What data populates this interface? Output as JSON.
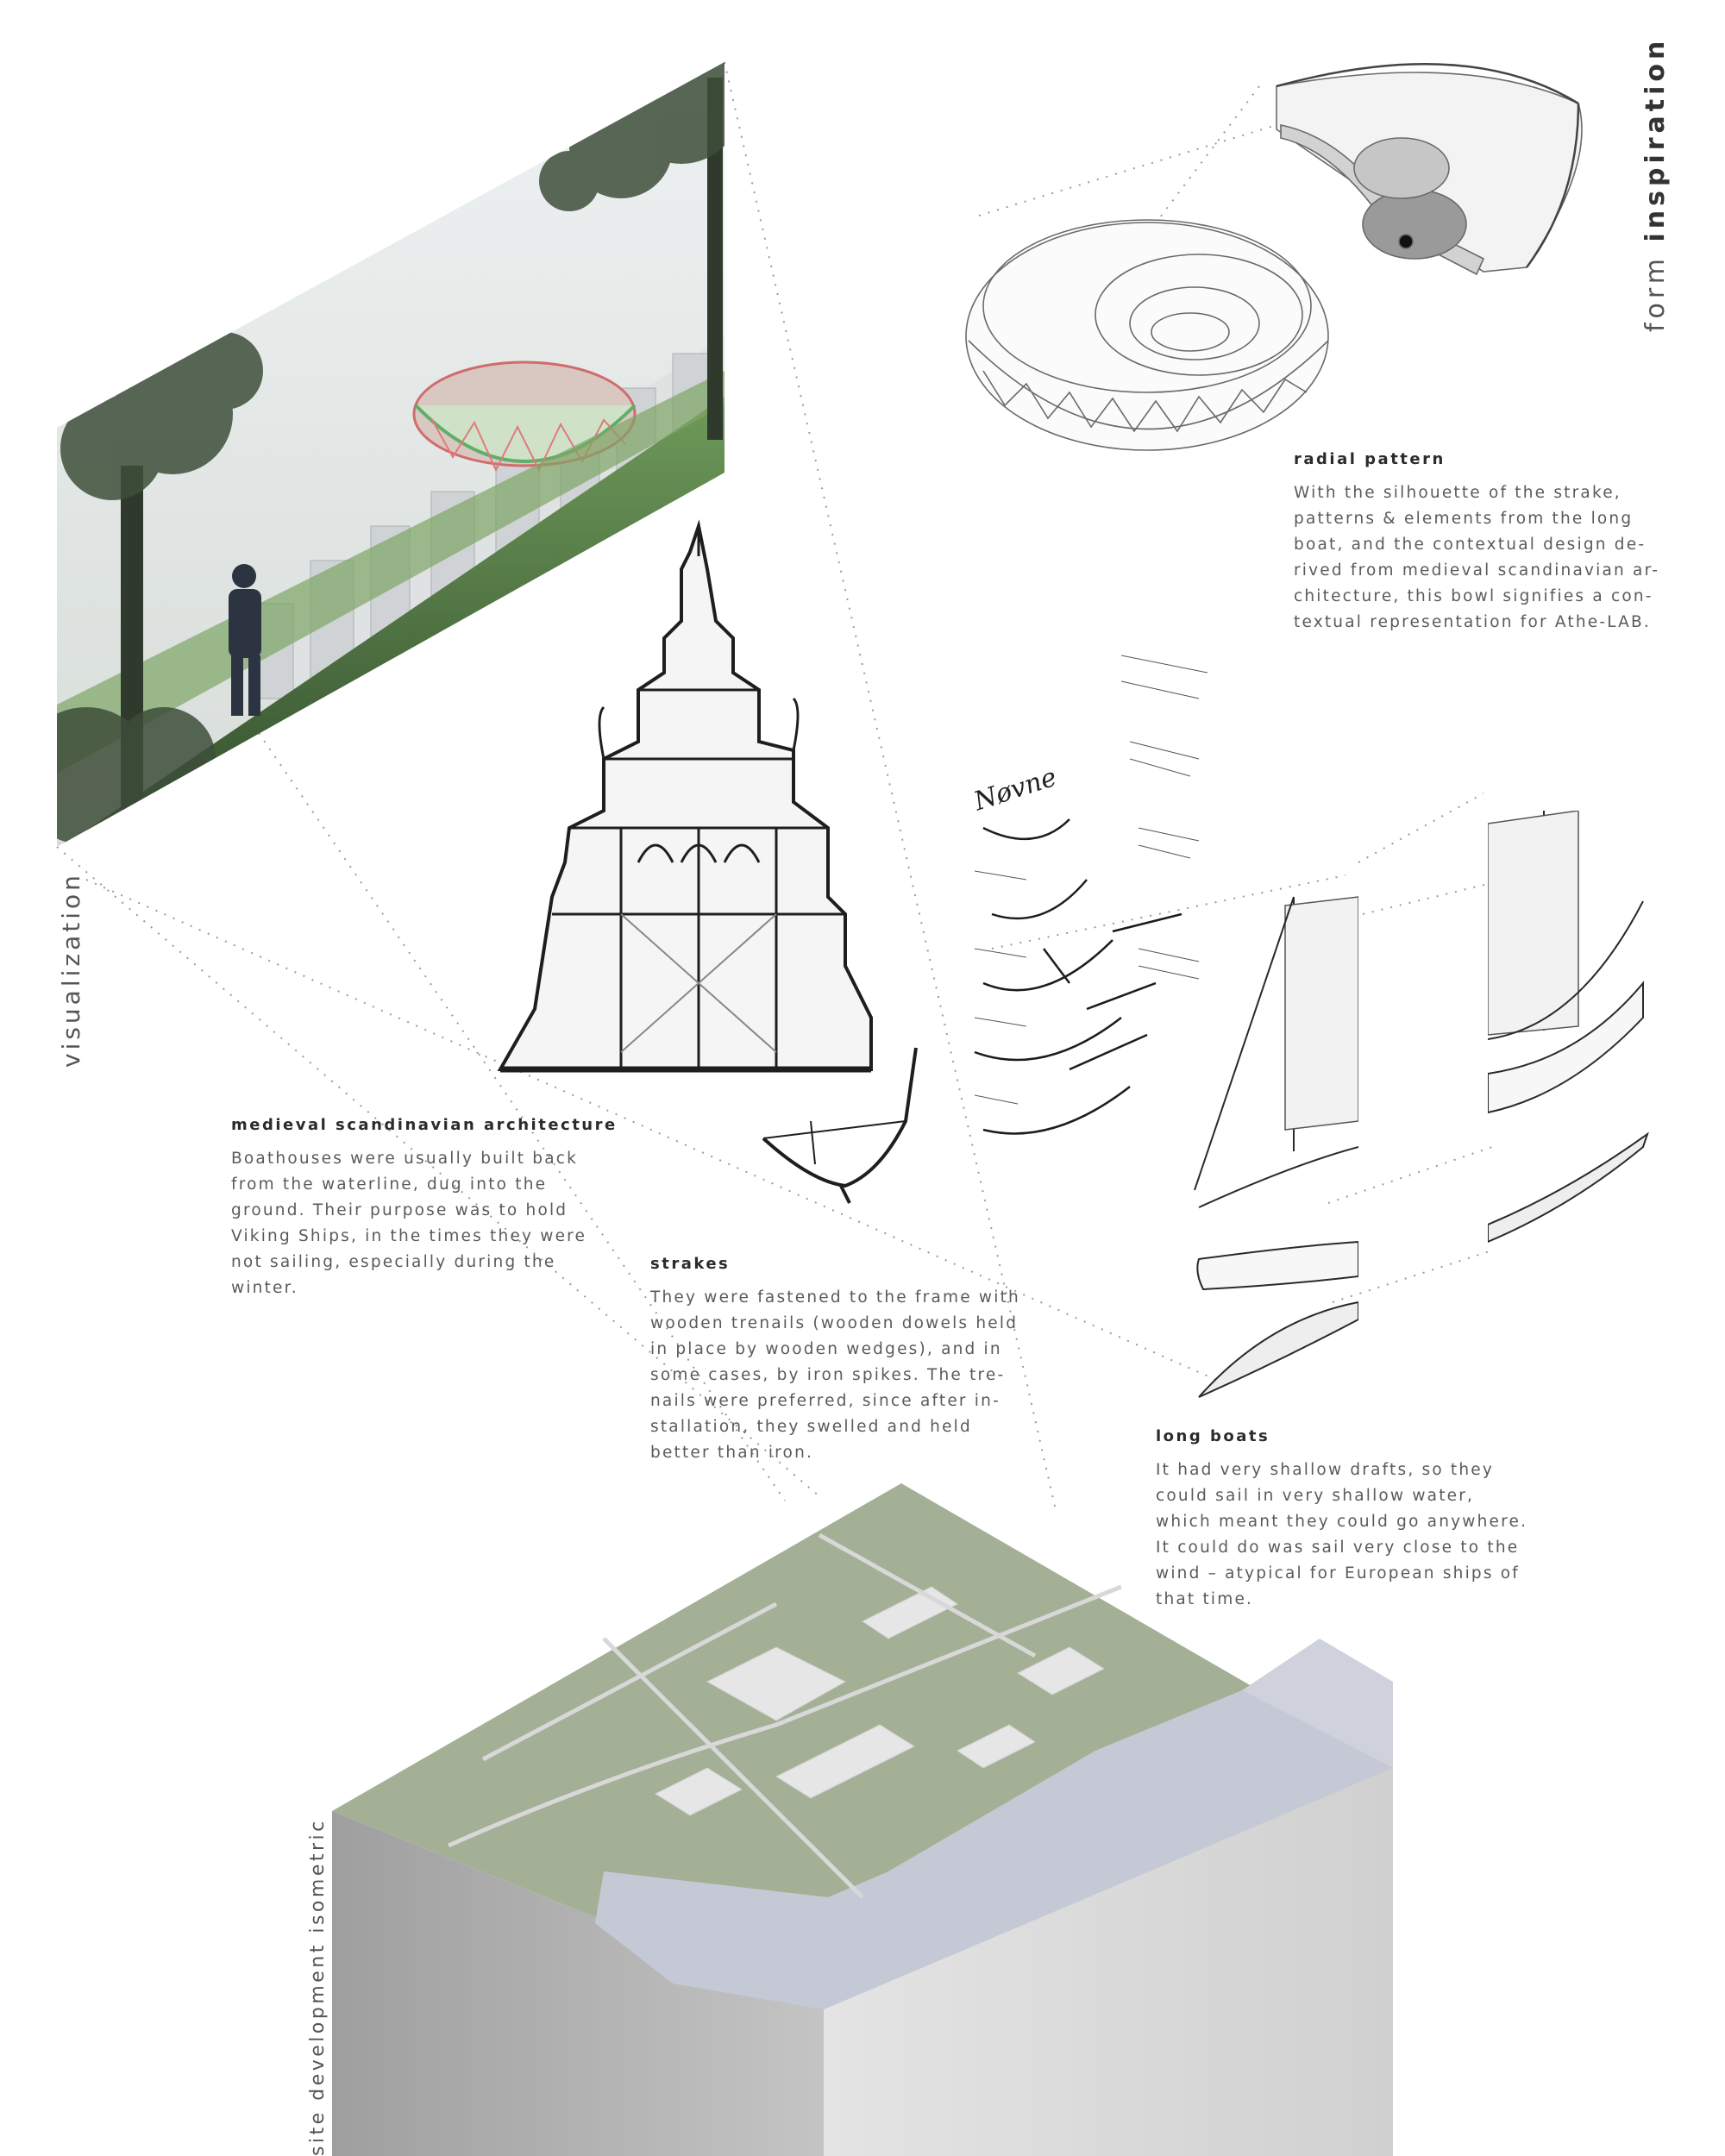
{
  "side_labels": {
    "form_light": "form",
    "form_bold": "inspiration",
    "visualization": "visualization",
    "site": "site development isometric"
  },
  "sections": {
    "radial": {
      "title": "radial pattern",
      "body": "With the silhouette of the strake,\npatterns & elements from the long\nboat, and the contextual design de-\nrived from medieval scandinavian ar-\nchitecture, this bowl signifies a con-\ntextual representation for Athe-LAB."
    },
    "medieval": {
      "title": "medieval scandinavian architecture",
      "body": "Boathouses were usually built back\nfrom the waterline, dug into the\nground. Their purpose was to hold\nViking Ships, in the times they were\nnot sailing, especially during the\nwinter."
    },
    "strakes": {
      "title": "strakes",
      "body": "They were fastened to the frame with\nwooden trenails (wooden dowels held\nin place by wooden wedges), and in\nsome cases, by iron spikes. The tre-\nnails were preferred, since after in-\nstallation, they swelled and held\nbetter than iron."
    },
    "longboats": {
      "title": "long boats",
      "body": "It had very shallow drafts, so they\ncould sail in very shallow water,\nwhich meant they could go anywhere.\nIt could do was sail very close to the\nwind – atypical for European ships of\nthat time."
    }
  },
  "sketch_heading": "Nøvne",
  "colors": {
    "background": "#ffffff",
    "site_green": "#a3b095",
    "water": "#c5c9d6",
    "block_left": "#b8b8b8",
    "block_right": "#dcdcdc"
  },
  "images": [
    "visualization-render",
    "bowl-isometric-drawing",
    "stave-church-section",
    "strake-sketch-sheet",
    "strake-profile",
    "longboat-drawings",
    "site-isometric-block"
  ]
}
